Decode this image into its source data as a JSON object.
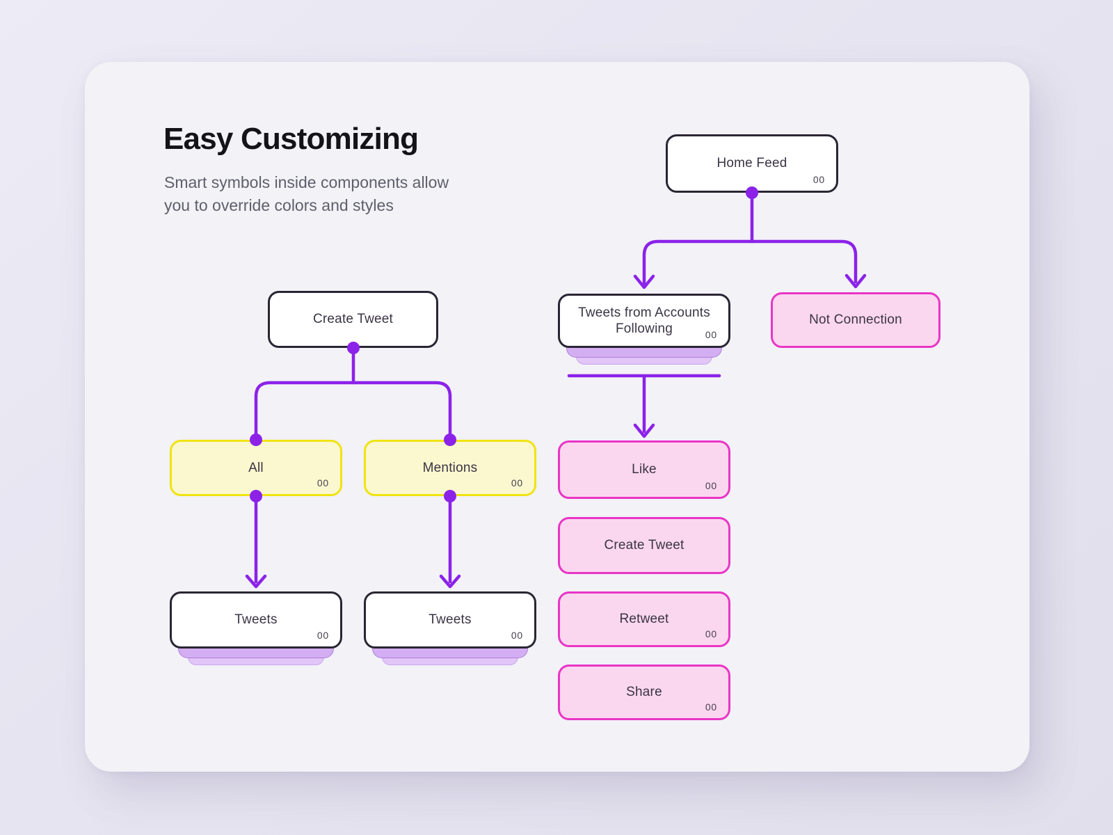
{
  "header": {
    "title": "Easy Customizing",
    "subtitle_lines": [
      "Smart symbols inside components allow",
      "you to override colors and styles"
    ]
  },
  "nodes": {
    "home_feed": {
      "label": "Home Feed",
      "badge": "00"
    },
    "tweets_from_accounts_following": {
      "label": "Tweets from Accounts Following",
      "badge": "00"
    },
    "not_connection": {
      "label": "Not Connection"
    },
    "create_tweet": {
      "label": "Create Tweet"
    },
    "all": {
      "label": "All",
      "badge": "00"
    },
    "mentions": {
      "label": "Mentions",
      "badge": "00"
    },
    "tweets_all": {
      "label": "Tweets",
      "badge": "00"
    },
    "tweets_mentions": {
      "label": "Tweets",
      "badge": "00"
    },
    "like": {
      "label": "Like",
      "badge": "00"
    },
    "create_tweet_action": {
      "label": "Create Tweet"
    },
    "retweet": {
      "label": "Retweet",
      "badge": "00"
    },
    "share": {
      "label": "Share",
      "badge": "00"
    }
  },
  "colors": {
    "connector": "#8c22e8",
    "dark_border": "#2a2533",
    "pink_border": "#e935c6",
    "pink_fill": "#fbd7ef",
    "yellow_border": "#f0e312",
    "yellow_fill": "#fbf8cf",
    "stack_top": "#d4aef2",
    "stack_bottom": "#e1c6f7",
    "card_bg": "#f2f2f7",
    "page_bg": "#e6e4f0"
  }
}
